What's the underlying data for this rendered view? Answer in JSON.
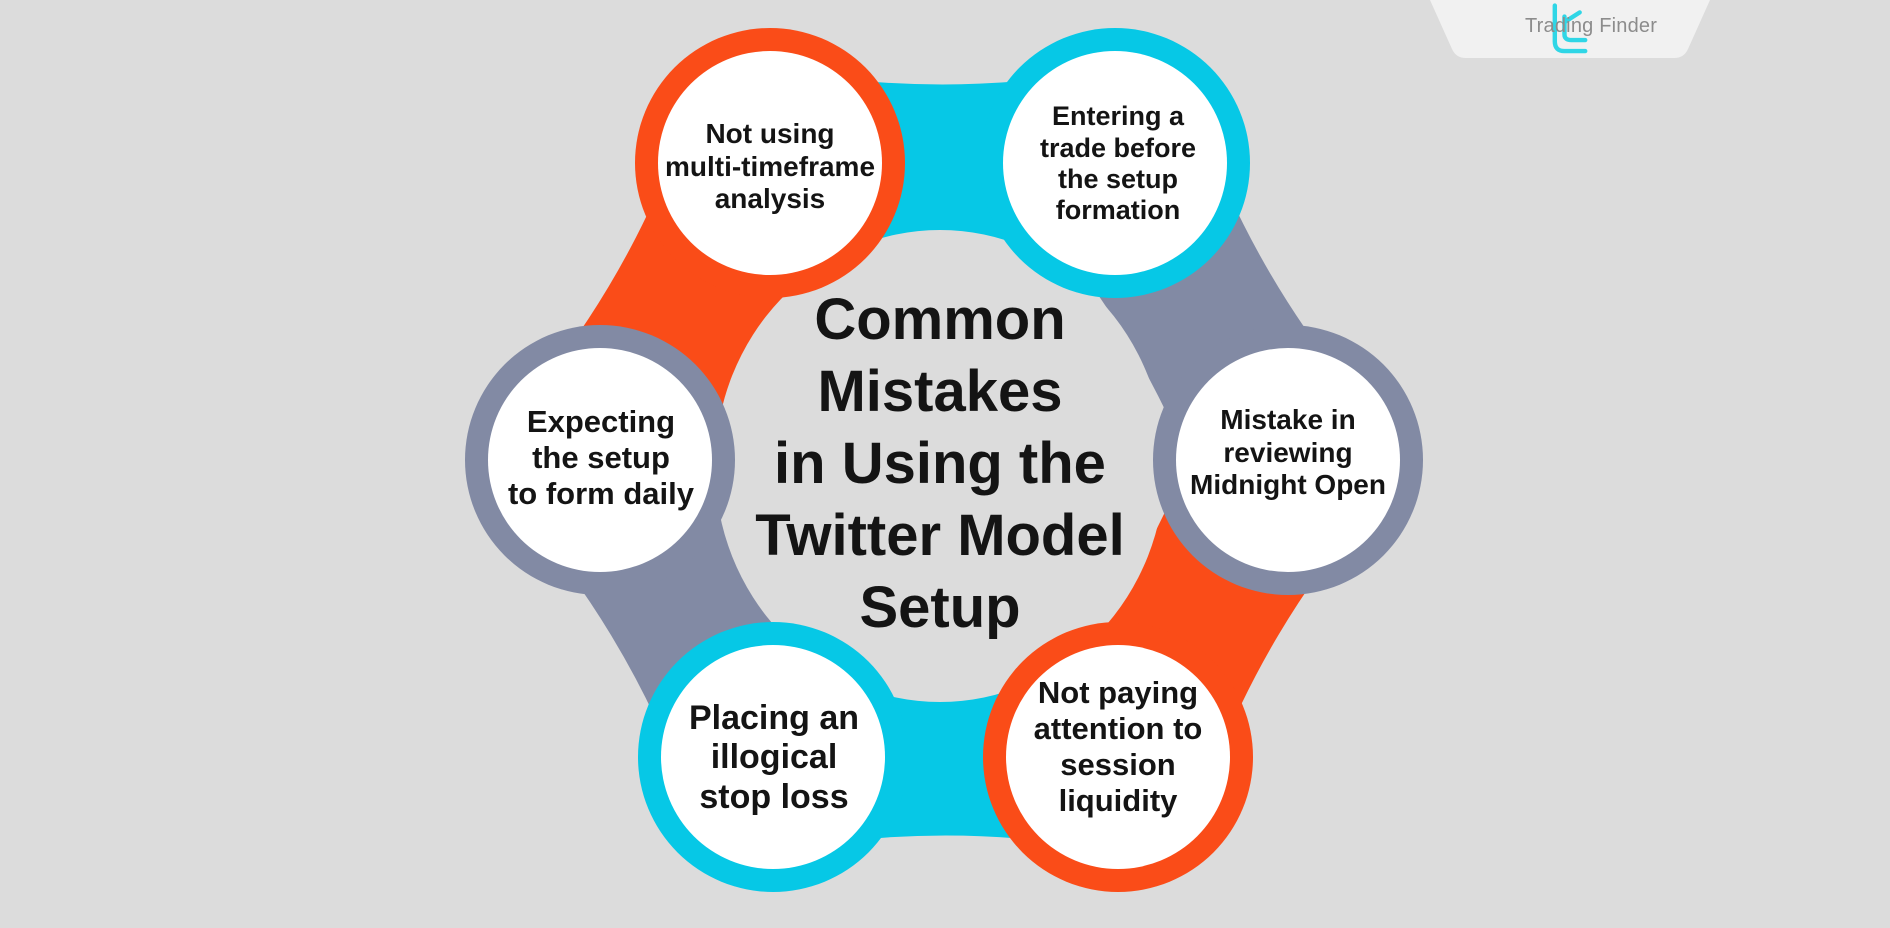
{
  "diagram": {
    "title": "Common\nMistakes\nin Using the\nTwitter Model\nSetup",
    "nodes": [
      {
        "id": "multi-timeframe",
        "label": "Not using\nmulti-timeframe\nanalysis",
        "color": "#fa4c18"
      },
      {
        "id": "early-entry",
        "label": "Entering a\ntrade before\nthe setup\nformation",
        "color": "#06c8e6"
      },
      {
        "id": "midnight-open",
        "label": "Mistake in\nreviewing\nMidnight Open",
        "color": "#828aa4"
      },
      {
        "id": "session-liquidity",
        "label": "Not paying\nattention to\nsession\nliquidity",
        "color": "#fa4c18"
      },
      {
        "id": "stop-loss",
        "label": "Placing an\nillogical\nstop loss",
        "color": "#06c8e6"
      },
      {
        "id": "daily-setup",
        "label": "Expecting\nthe setup\nto form daily",
        "color": "#828aa4"
      }
    ],
    "colors": {
      "background": "#dcdcdc",
      "orange": "#fa4c18",
      "cyan": "#06c8e6",
      "slate": "#828aa4",
      "node_fill": "#ffffff"
    }
  },
  "brand": {
    "name": "Trading Finder",
    "icon": "trading-finder-logo-icon",
    "accent": "#2fd6e6"
  }
}
